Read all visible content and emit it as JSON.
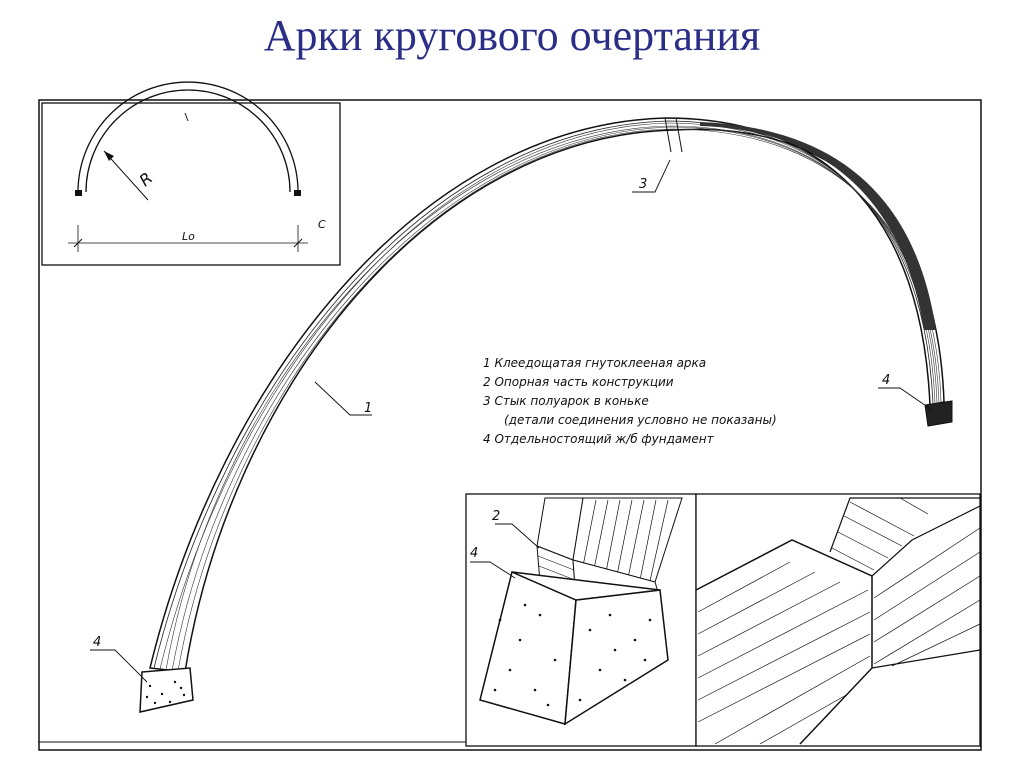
{
  "title": "Арки кругового очертания",
  "inset": {
    "radius_label": "R",
    "span_label": "Lo",
    "end_label": "C"
  },
  "callouts": [
    "1",
    "2",
    "3",
    "4"
  ],
  "legend": [
    "1  Клеедощатая гнутоклееная арка",
    "2  Опорная часть конструкции",
    "3  Стык полуарок в коньке",
    "(детали соединения условно не показаны)",
    "4  Отдельностоящий ж/б фундамент"
  ],
  "colors": {
    "title": "#2a2e86",
    "lines": "#111111"
  }
}
